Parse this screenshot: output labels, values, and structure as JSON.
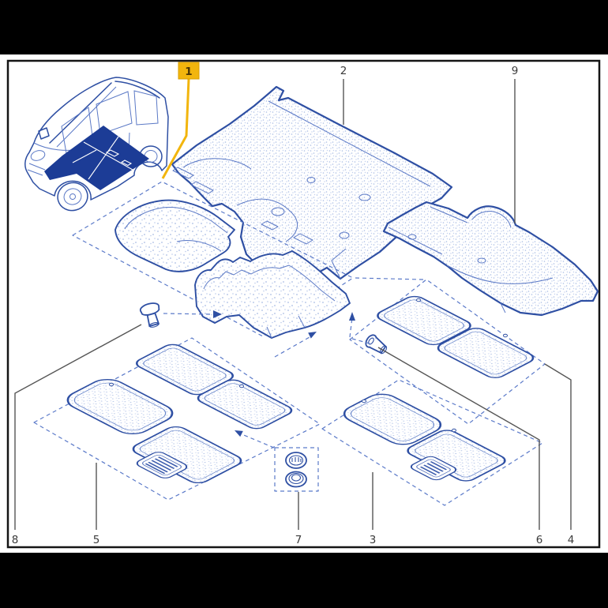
{
  "diagram": {
    "kind": "exploded-parts-diagram",
    "subject": "vehicle interior floor carpets and mats",
    "selected_callout": "1"
  },
  "colors": {
    "accent": "#F2B50D",
    "accent_border": "#D99E00",
    "line_blue": "#2E4FA3",
    "texture_blue": "#A9BCE4",
    "dashed_blue": "#5B7AC9",
    "floor_highlight": "#1C3C96",
    "leader_gray": "#555555",
    "frame_black": "#151515",
    "background": "#FFFFFF"
  },
  "callouts": [
    {
      "label": "1",
      "highlighted": true
    },
    {
      "label": "2",
      "highlighted": false
    },
    {
      "label": "9",
      "highlighted": false
    },
    {
      "label": "8",
      "highlighted": false
    },
    {
      "label": "5",
      "highlighted": false
    },
    {
      "label": "7",
      "highlighted": false
    },
    {
      "label": "3",
      "highlighted": false
    },
    {
      "label": "6",
      "highlighted": false
    },
    {
      "label": "4",
      "highlighted": false
    }
  ]
}
